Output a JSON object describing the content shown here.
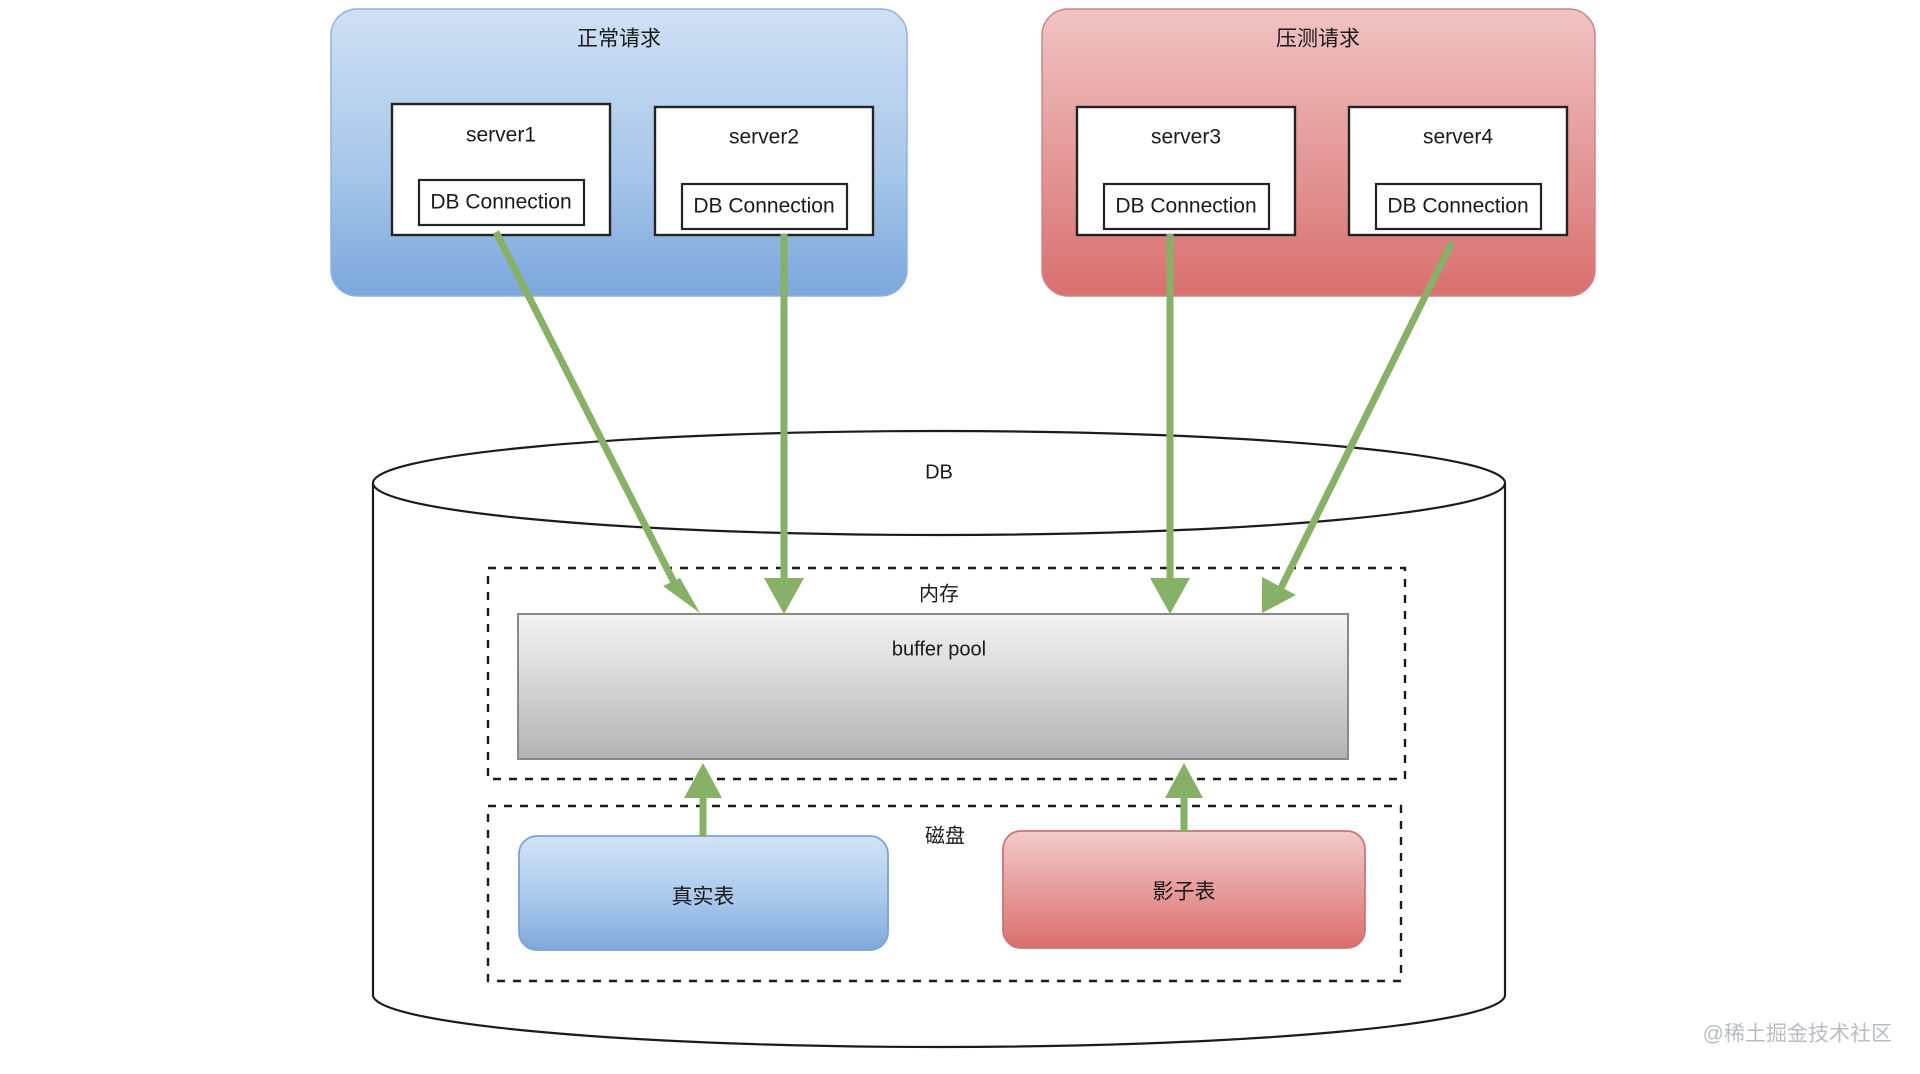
{
  "diagram": {
    "title_left_panel": "正常请求",
    "title_right_panel": "压测请求",
    "panels": [
      {
        "id": "normal-request",
        "label": "正常请求",
        "color": "#9bc0e8",
        "servers": [
          {
            "name": "server1",
            "connection": "DB Connection"
          },
          {
            "name": "server2",
            "connection": "DB Connection"
          }
        ]
      },
      {
        "id": "stress-request",
        "label": "压测请求",
        "color": "#e08a8a",
        "servers": [
          {
            "name": "server3",
            "connection": "DB Connection"
          },
          {
            "name": "server4",
            "connection": "DB Connection"
          }
        ]
      }
    ],
    "database": {
      "label": "DB",
      "memory_section": {
        "label": "内存",
        "buffer_pool": "buffer pool"
      },
      "disk_section": {
        "label": "磁盘",
        "tables": [
          {
            "name": "真实表",
            "color": "#9bc0e8"
          },
          {
            "name": "影子表",
            "color": "#e08a8a"
          }
        ]
      }
    },
    "arrow_color": "#86b166",
    "watermark": "@稀土掘金技术社区"
  }
}
